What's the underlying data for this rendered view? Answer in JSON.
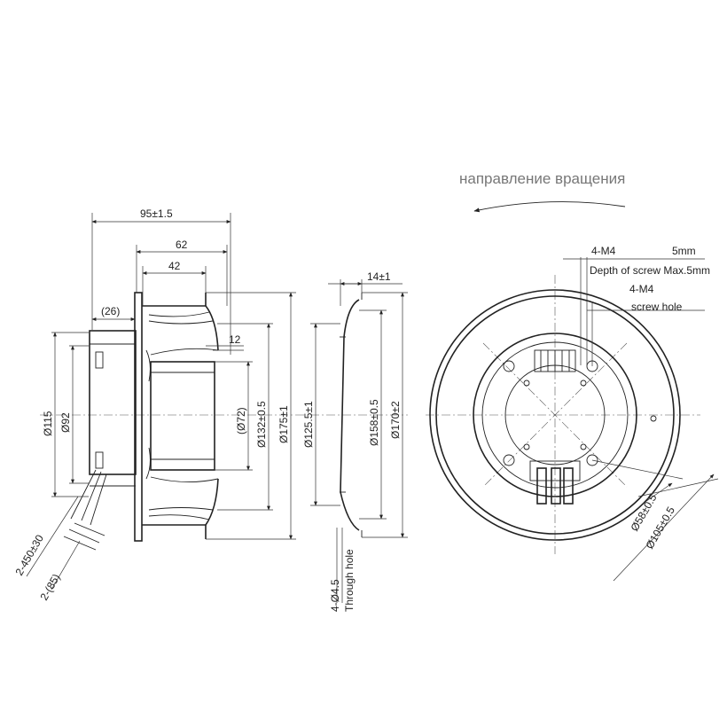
{
  "rotation": {
    "label": "направление вращения"
  },
  "side": {
    "d_95": "95±1.5",
    "d_62": "62",
    "d_42": "42",
    "d_26": "(26)",
    "d_12": "12",
    "d_115": "Ø115",
    "d_92": "Ø92",
    "d_72": "(Ø72)",
    "d_132": "Ø132±0.5",
    "d_175": "Ø175±1",
    "d_lead": "2-450±30",
    "d_85": "2-(85)"
  },
  "ring": {
    "d_14": "14±1",
    "d_125": "Ø125.5±1",
    "d_158": "Ø158±0.5",
    "d_170": "Ø170±2",
    "hole_count": "4-Ø4.5",
    "hole_note": "Through hole"
  },
  "front": {
    "m4_a": "4-M4",
    "depth_val": "5mm",
    "depth_note": "Depth of screw Max.5mm",
    "m4_b": "4-M4",
    "screw_note": "screw hole",
    "d_58": "Ø58±0.5",
    "d_105": "Ø105±0.5"
  }
}
